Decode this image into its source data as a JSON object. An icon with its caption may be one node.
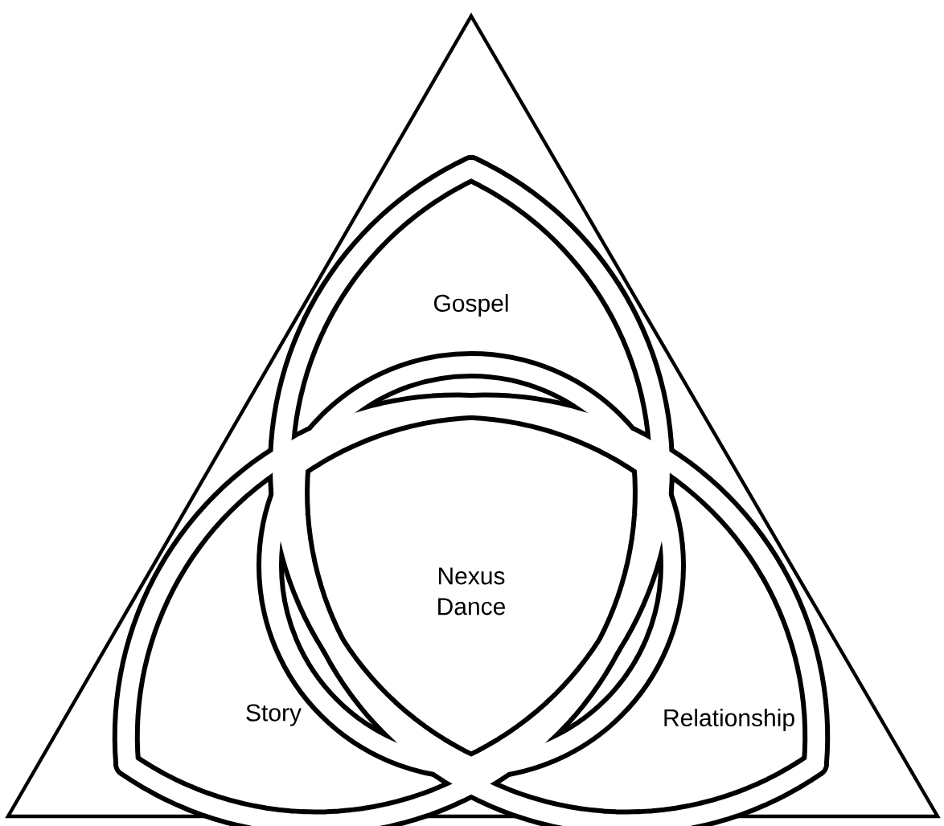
{
  "diagram": {
    "nodes": [
      {
        "text": [
          "Gospel"
        ]
      },
      {
        "text": [
          "Nexus Dance"
        ]
      },
      {
        "text": [
          "Story"
        ]
      },
      {
        "text": [
          "Relationship"
        ]
      }
    ]
  }
}
